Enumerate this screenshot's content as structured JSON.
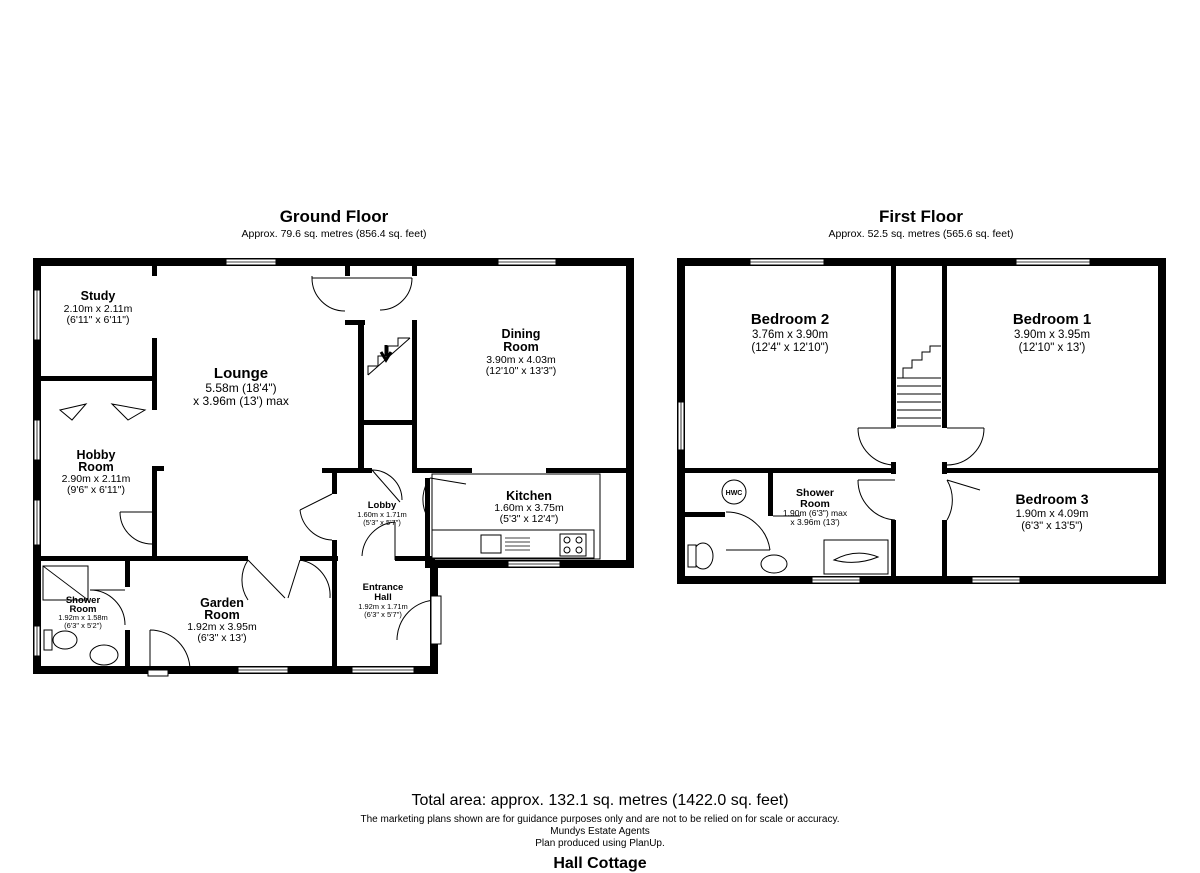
{
  "ground_floor": {
    "title": "Ground Floor",
    "area": "Approx. 79.6 sq. metres (856.4 sq. feet)",
    "rooms": {
      "study": {
        "name": "Study",
        "dim1": "2.10m x 2.11m",
        "dim2": "(6'11\" x 6'11\")"
      },
      "lounge": {
        "name": "Lounge",
        "dim1": "5.58m (18'4\")",
        "dim2": "x 3.96m (13') max"
      },
      "hobby": {
        "name1": "Hobby",
        "name2": "Room",
        "dim1": "2.90m x 2.11m",
        "dim2": "(9'6\" x 6'11\")"
      },
      "dining": {
        "name1": "Dining",
        "name2": "Room",
        "dim1": "3.90m x 4.03m",
        "dim2": "(12'10\" x 13'3\")"
      },
      "lobby": {
        "name": "Lobby",
        "dim1": "1.60m x 1.71m",
        "dim2": "(5'3\" x 5'7\")"
      },
      "kitchen": {
        "name": "Kitchen",
        "dim1": "1.60m x 3.75m",
        "dim2": "(5'3\" x 12'4\")"
      },
      "shower": {
        "name1": "Shower",
        "name2": "Room",
        "dim1": "1.92m x 1.58m",
        "dim2": "(6'3\" x 5'2\")"
      },
      "garden": {
        "name1": "Garden",
        "name2": "Room",
        "dim1": "1.92m x 3.95m",
        "dim2": "(6'3\" x 13')"
      },
      "entrance": {
        "name1": "Entrance",
        "name2": "Hall",
        "dim1": "1.92m x 1.71m",
        "dim2": "(6'3\" x 5'7\")"
      }
    }
  },
  "first_floor": {
    "title": "First Floor",
    "area": "Approx. 52.5 sq. metres (565.6 sq. feet)",
    "rooms": {
      "bedroom2": {
        "name": "Bedroom 2",
        "dim1": "3.76m x 3.90m",
        "dim2": "(12'4\" x 12'10\")"
      },
      "bedroom1": {
        "name": "Bedroom 1",
        "dim1": "3.90m x 3.95m",
        "dim2": "(12'10\" x 13')"
      },
      "shower": {
        "name1": "Shower",
        "name2": "Room",
        "dim1": "1.90m (6'3\") max",
        "dim2": "x 3.96m (13')"
      },
      "bedroom3": {
        "name": "Bedroom 3",
        "dim1": "1.90m x 4.09m",
        "dim2": "(6'3\" x 13'5\")"
      },
      "hwc": "HWC"
    }
  },
  "footer": {
    "total": "Total area: approx. 132.1 sq. metres (1422.0 sq. feet)",
    "note1": "The marketing plans shown are for guidance purposes only and are not to be relied on for scale or accuracy.",
    "note2": "Mundys Estate Agents",
    "note3": "Plan produced using PlanUp.",
    "property": "Hall Cottage"
  }
}
